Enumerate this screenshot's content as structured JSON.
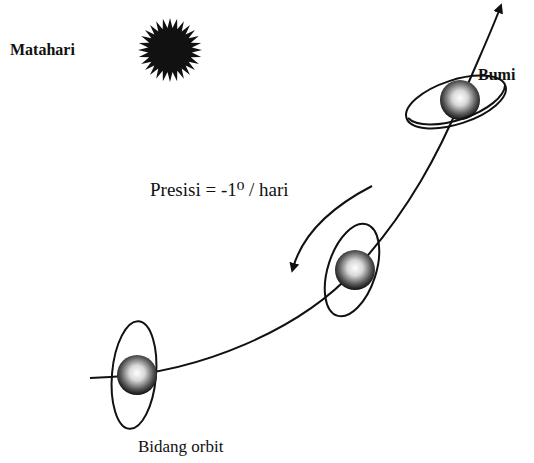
{
  "diagram": {
    "labels": [
      "Matahari",
      "Bumi",
      "Presisi = -1⁰ / hari",
      "Bidang orbit"
    ]
  }
}
